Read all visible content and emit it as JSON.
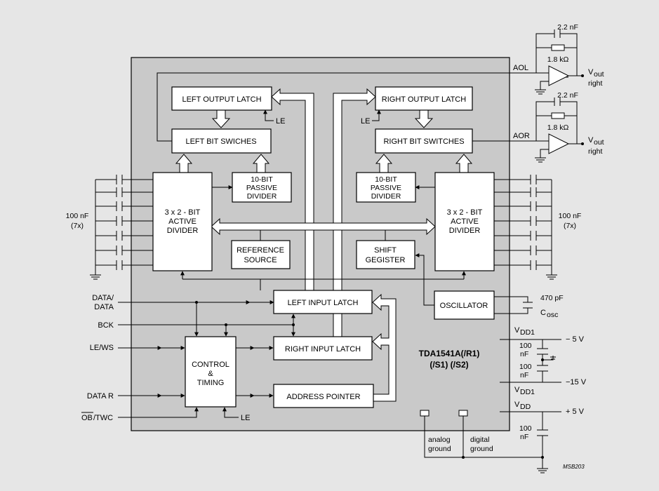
{
  "blocks": {
    "left_output_latch": "LEFT OUTPUT LATCH",
    "right_output_latch": "RIGHT OUTPUT LATCH",
    "left_bit_switches": "LEFT BIT SWICHES",
    "right_bit_switches": "RIGHT BIT SWITCHES",
    "passive_divider_line1": "10-BIT",
    "passive_divider_line2": "PASSIVE",
    "passive_divider_line3": "DIVIDER",
    "active_divider_line1": "3 x 2 - BIT",
    "active_divider_line2": "ACTIVE",
    "active_divider_line3": "DIVIDER",
    "reference_source_line1": "REFERENCE",
    "reference_source_line2": "SOURCE",
    "shift_register_line1": "SHIFT",
    "shift_register_line2": "GEGISTER",
    "oscillator": "OSCILLATOR",
    "left_input_latch": "LEFT INPUT LATCH",
    "right_input_latch": "RIGHT INPUT LATCH",
    "address_pointer": "ADDRESS POINTER",
    "control_line1": "CONTROL",
    "control_line2": "&",
    "control_line3": "TIMING"
  },
  "chip": {
    "name_line1": "TDA1541A(/R1)",
    "name_line2": "(/S1) (/S2)"
  },
  "inputs": {
    "data_line1": "DATA/",
    "data_line2": "DATA",
    "bck": "BCK",
    "le_ws": "LE/WS",
    "data_r": "DATA R",
    "ob_overlined": "OB",
    "ob_rest": "/TWC"
  },
  "signals": {
    "le": "LE",
    "aol": "AOL",
    "aor": "AOR"
  },
  "outputs": {
    "cap_value": "2.2 nF",
    "res_value": "1.8 kΩ",
    "vout_v": "V",
    "vout_sub": "out",
    "vout_right": "right"
  },
  "caps": {
    "left_value": "100 nF",
    "left_count": "(7x)",
    "right_value": "100 nF",
    "right_count": "(7x)",
    "osc_value": "470 pF",
    "osc_c": "C",
    "osc_sub": "osc",
    "supply_line1": "100",
    "supply_line2": "nF"
  },
  "supplies": {
    "vdd1_v": "V",
    "vdd1_sub": "DD1",
    "vdd_sub": "DD",
    "minus5": "− 5 V",
    "minus15": "−15 V",
    "plus5": "+ 5 V"
  },
  "grounds": {
    "analog_line1": "analog",
    "analog_line2": "ground",
    "digital_line1": "digital",
    "digital_line2": "ground"
  },
  "figure_code": "MSB203"
}
